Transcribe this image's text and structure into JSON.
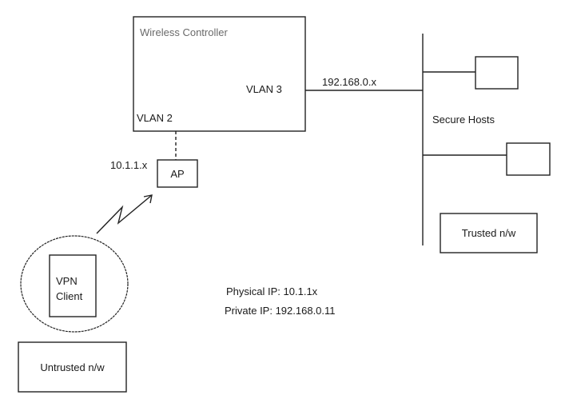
{
  "diagram": {
    "type": "network-topology",
    "controller": {
      "title": "Wireless Controller",
      "vlan3_label": "VLAN 3",
      "vlan2_label": "VLAN 2"
    },
    "trusted_link_label": "192.168.0.x",
    "secure_hosts_label": "Secure Hosts",
    "trusted_network_label": "Trusted n/w",
    "access_point": {
      "label": "AP",
      "subnet_label": "10.1.1.x"
    },
    "vpn_client": {
      "line1": "VPN",
      "line2": "Client"
    },
    "untrusted_network_label": "Untrusted n/w",
    "ip_info": {
      "physical": "Physical IP: 10.1.1x",
      "private": "Private IP: 192.168.0.11"
    },
    "colors": {
      "stroke": "#222222",
      "background": "#ffffff",
      "controller_title": "#6a6a6a"
    }
  }
}
